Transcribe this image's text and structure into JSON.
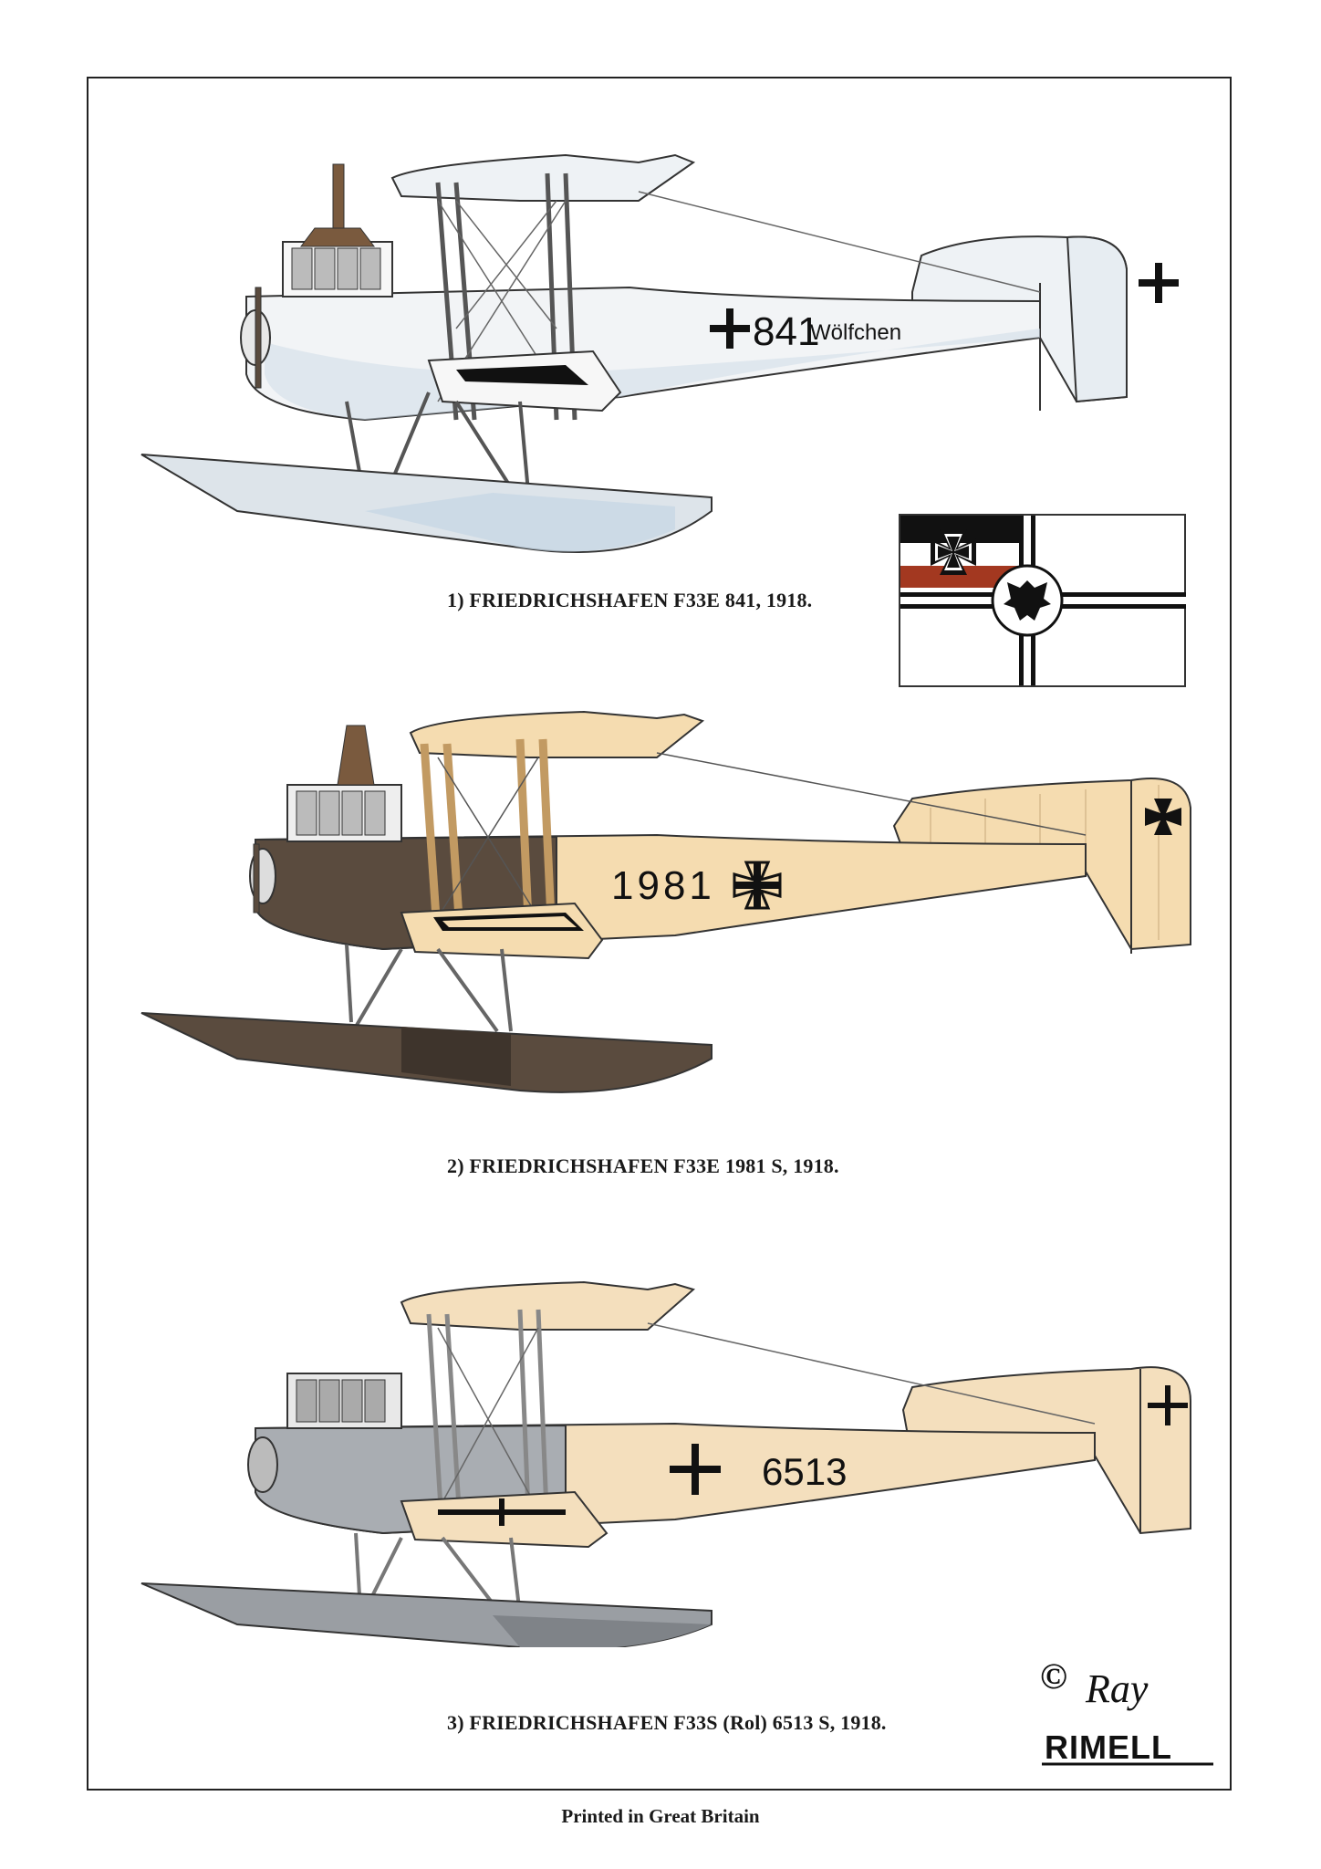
{
  "colors": {
    "scheme1_fuselage": "#f2f4f6",
    "scheme1_blue": "#cfdde8",
    "scheme2_fabric": "#f5dcb0",
    "scheme2_brown": "#5a4b3e",
    "scheme3_fabric": "#f4dfbd",
    "scheme3_grey": "#9a9ea3",
    "outline": "#333333",
    "cross": "#111111"
  },
  "profiles": [
    {
      "serial": "841",
      "name": "Wölfchen",
      "caption": "1) FRIEDRICHSHAFEN F33E 841, 1918."
    },
    {
      "serial": "1981",
      "caption": "2) FRIEDRICHSHAFEN F33E 1981 S, 1918."
    },
    {
      "serial": "6513",
      "caption": "3) FRIEDRICHSHAFEN F33S (Rol) 6513 S, 1918."
    }
  ],
  "copyright": {
    "symbol": "©",
    "first_name": "Ray",
    "last_name": "RIMELL"
  },
  "footer": {
    "text": "Printed in Great Britain"
  }
}
